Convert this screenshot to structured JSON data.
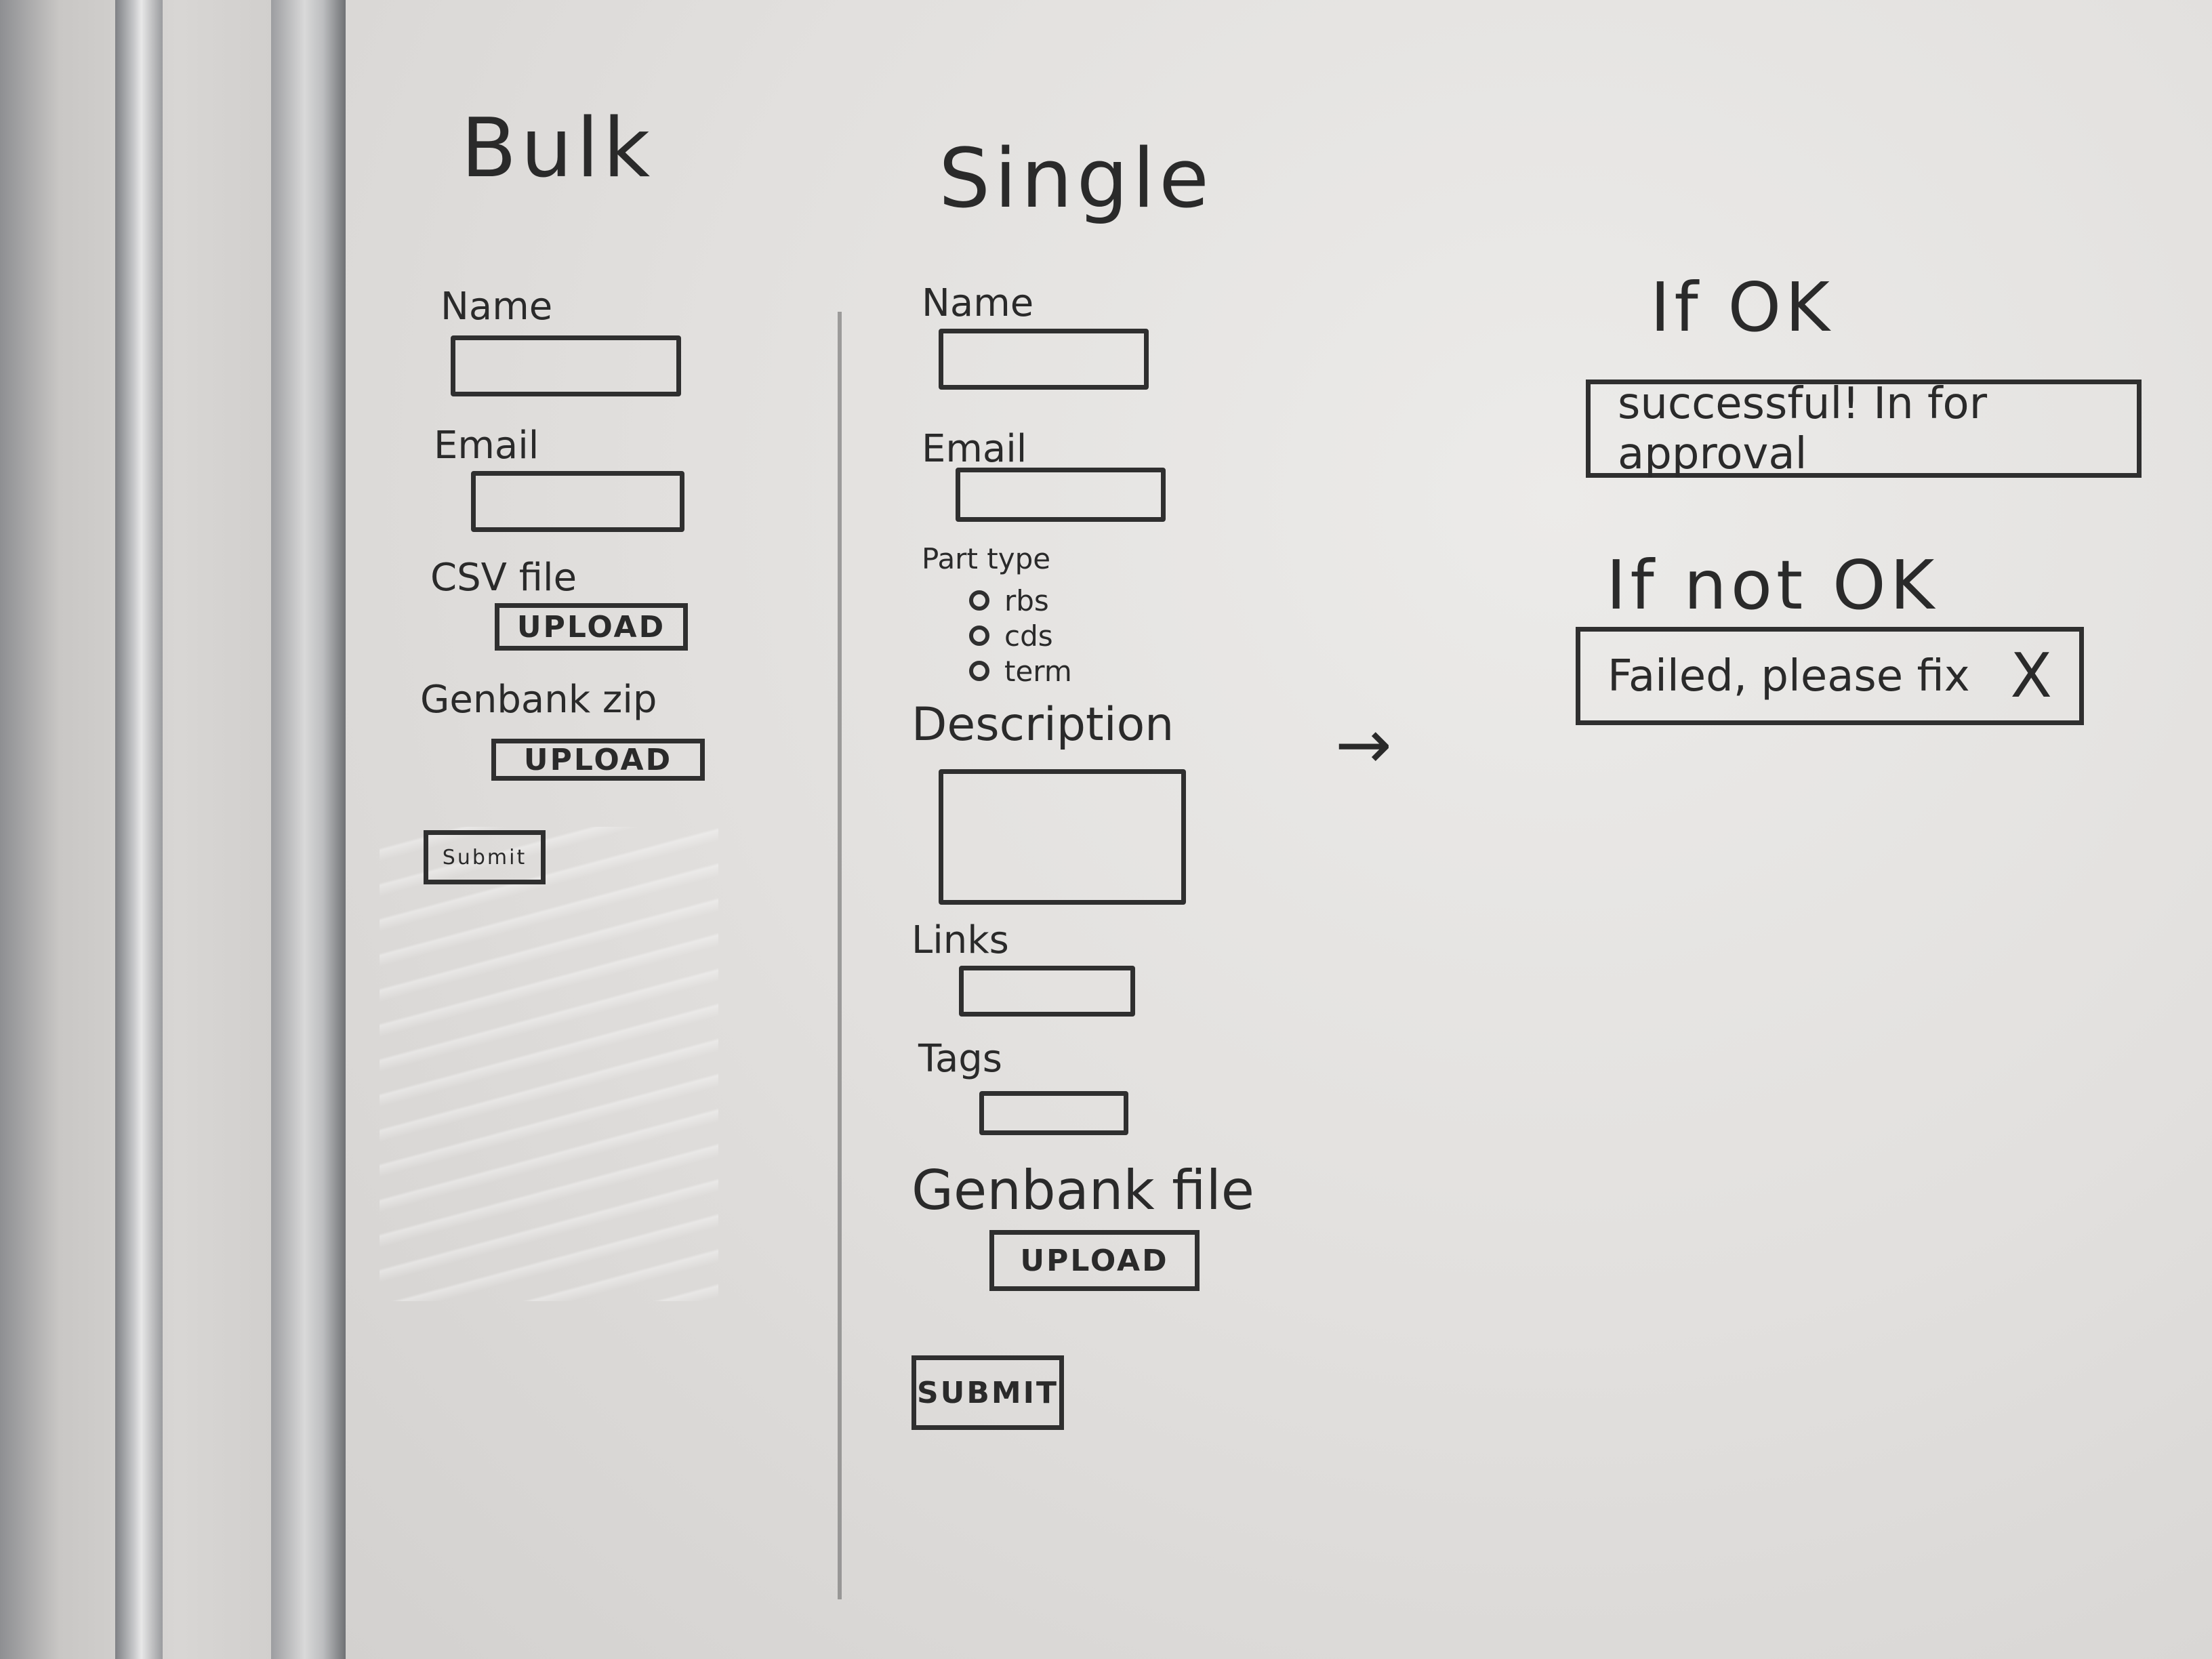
{
  "bulk": {
    "heading": "Bulk",
    "name_label": "Name",
    "email_label": "Email",
    "csv_label": "CSV file",
    "csv_upload": "UPLOAD",
    "genbank_label": "Genbank zip",
    "genbank_upload": "UPLOAD",
    "submit": "Submit"
  },
  "single": {
    "heading": "Single",
    "name_label": "Name",
    "email_label": "Email",
    "part_type_label": "Part type",
    "part_types": [
      "rbs",
      "cds",
      "term"
    ],
    "description_label": "Description",
    "links_label": "Links",
    "tags_label": "Tags",
    "genbank_label": "Genbank file",
    "genbank_upload": "UPLOAD",
    "submit": "SUBMIT"
  },
  "arrow": "→",
  "results": {
    "ok_heading": "If OK",
    "ok_message": "successful! In for approval",
    "not_ok_heading": "If not OK",
    "not_ok_message": "Failed, please fix",
    "close_mark": "X"
  }
}
